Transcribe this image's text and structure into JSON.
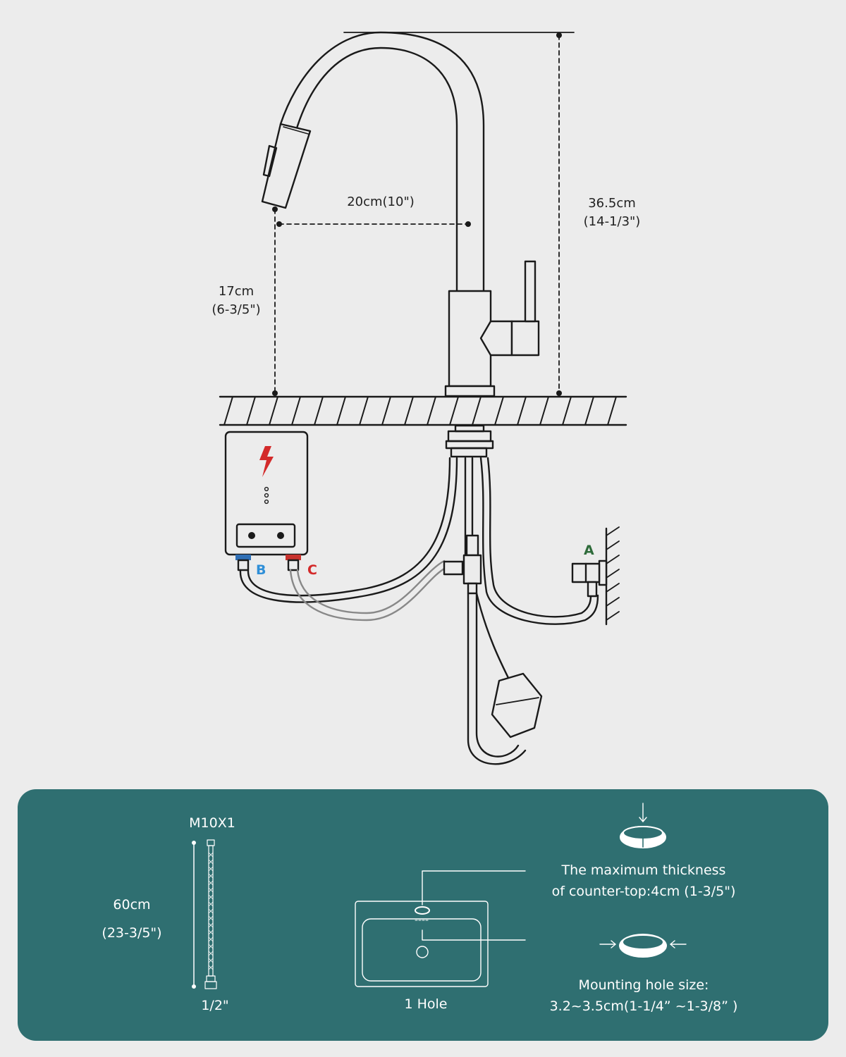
{
  "dimensions": {
    "height_total": {
      "metric": "36.5cm",
      "imperial": "(14-1/3\")"
    },
    "reach": {
      "label": "20cm(10\")"
    },
    "spout_height": {
      "metric": "17cm",
      "imperial": "(6-3/5\")"
    }
  },
  "ports": {
    "a": {
      "label": "A",
      "color": "#2e6b3a"
    },
    "b": {
      "label": "B",
      "color": "#2f8fd8"
    },
    "c": {
      "label": "C",
      "color": "#d32a2a"
    }
  },
  "hose": {
    "thread": "M10X1",
    "length_metric": "60cm",
    "length_imperial": "(23-3/5\")",
    "connector": "1/2\""
  },
  "sink": {
    "label": "1 Hole"
  },
  "countertop": {
    "line1": "The maximum thickness",
    "line2": "of counter-top:4cm (1-3/5\")"
  },
  "mounting_hole": {
    "line1": "Mounting hole size:",
    "line2": "3.2~3.5cm(1-1/4” ~1-3/8” )"
  },
  "colors": {
    "panel": "#2f6f71",
    "line": "#1a1a1a",
    "lightning": "#d32a2a"
  }
}
